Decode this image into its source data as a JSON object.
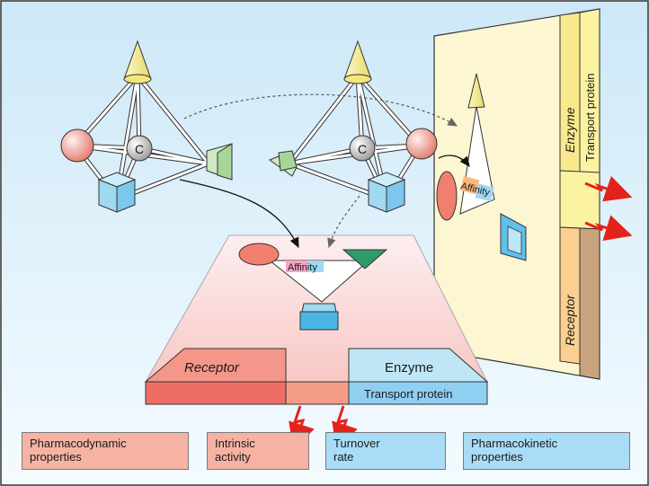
{
  "diagram": {
    "center_atom_label": "C",
    "affinity_text": {
      "part1": "Aff",
      "part2": "in",
      "part3": "ity"
    },
    "left_platform": {
      "receptor": "Receptor",
      "enzyme": "Enzyme",
      "transport": "Transport protein"
    },
    "right_wall": {
      "enzyme": "Enzyme",
      "transport": "Transport protein",
      "receptor": "Receptor"
    },
    "property_boxes": [
      {
        "label": "Pharmacodynamic\nproperties"
      },
      {
        "label": "Intrinsic\nactivity"
      },
      {
        "label": "Turnover\nrate"
      },
      {
        "label": "Pharmacokinetic\nproperties"
      }
    ],
    "colors": {
      "background_top": "#cfeaf8",
      "receptor": "#f2766c",
      "enzyme": "#bfe6f7",
      "transport": "#8fd0f2",
      "yellow": "#fbf3a2",
      "signal_arrow": "#e3231b"
    }
  }
}
